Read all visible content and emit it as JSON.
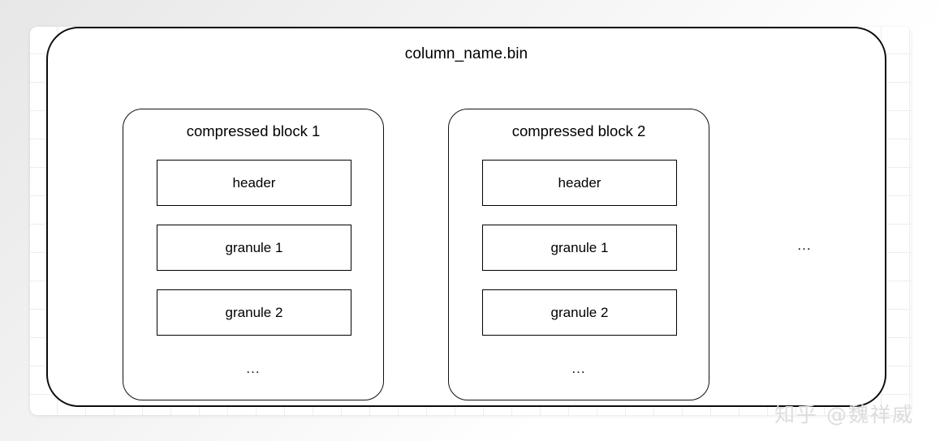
{
  "diagram": {
    "file_title": "column_name.bin",
    "trailing_ellipsis": "...",
    "blocks": [
      {
        "title": "compressed block 1",
        "cells": [
          "header",
          "granule 1",
          "granule 2"
        ],
        "ellipsis": "..."
      },
      {
        "title": "compressed block 2",
        "cells": [
          "header",
          "granule 1",
          "granule 2"
        ],
        "ellipsis": "..."
      }
    ]
  },
  "watermark": {
    "text": "知乎 @魏祥威"
  },
  "colors": {
    "stroke": "#000000",
    "sheet": "#ffffff",
    "background": "#f0f0f0",
    "grid": "#ededed",
    "watermark": "#dcdcdc"
  }
}
